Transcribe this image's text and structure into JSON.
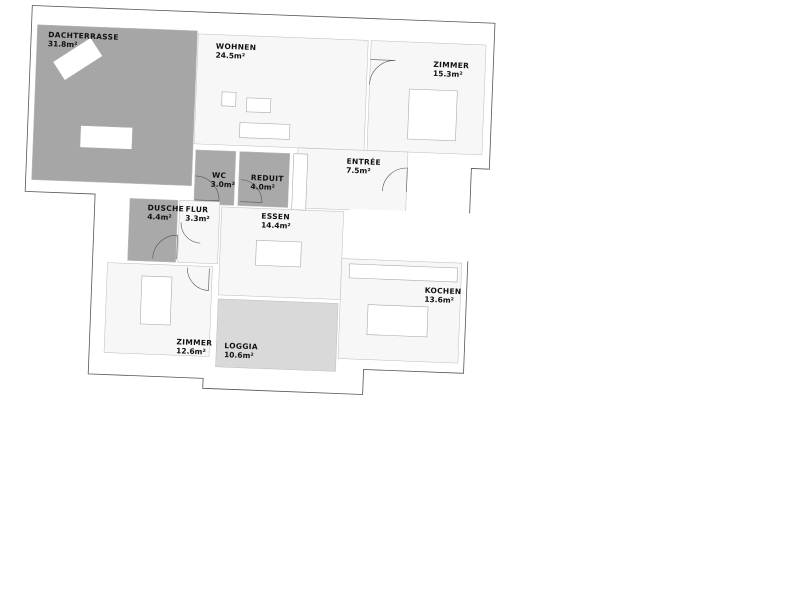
{
  "plan": {
    "colors": {
      "wet": "#a9a9a9",
      "terrace": "#a6a6a6",
      "loggia": "#d9d9d9",
      "floor": "#f7f7f7"
    },
    "rooms": [
      {
        "name": "DACHTERRASSE",
        "area": "31.8m²"
      },
      {
        "name": "WOHNEN",
        "area": "24.5m²"
      },
      {
        "name": "ZIMMER",
        "area": "15.3m²"
      },
      {
        "name": "ENTRÉE",
        "area": "7.5m²"
      },
      {
        "name": "WC",
        "area": "3.0m²"
      },
      {
        "name": "REDUIT",
        "area": "4.0m²"
      },
      {
        "name": "DUSCHE",
        "area": "4.4m²"
      },
      {
        "name": "FLUR",
        "area": "3.3m²"
      },
      {
        "name": "ESSEN",
        "area": "14.4m²"
      },
      {
        "name": "KOCHEN",
        "area": "13.6m²"
      },
      {
        "name": "ZIMMER",
        "area": "12.6m²"
      },
      {
        "name": "LOGGIA",
        "area": "10.6m²"
      }
    ]
  }
}
